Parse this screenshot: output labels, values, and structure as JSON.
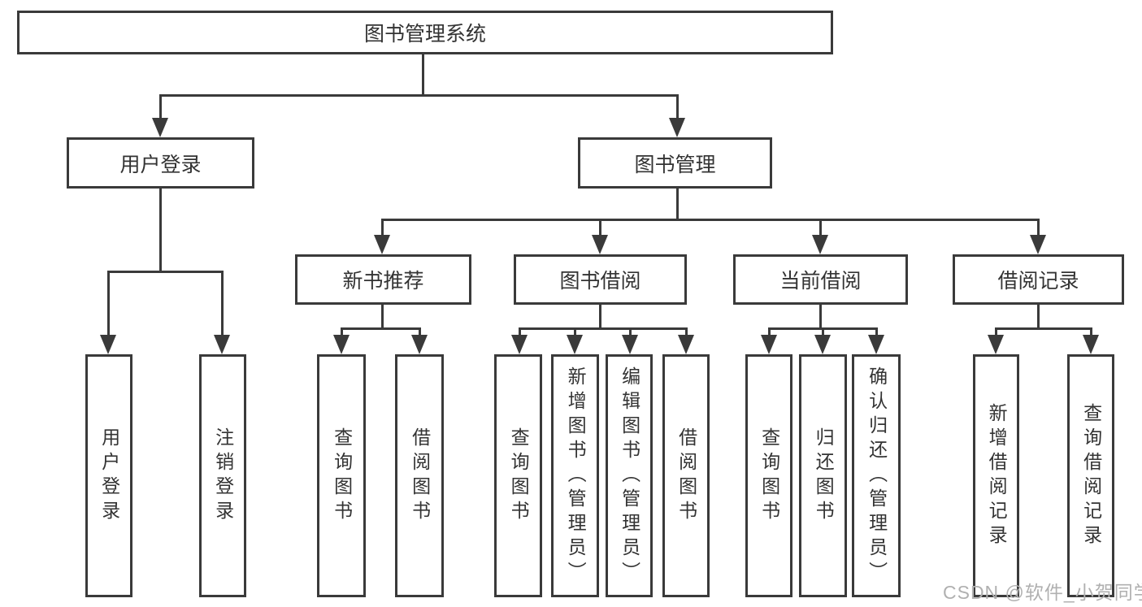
{
  "nodes": {
    "root": "图书管理系统",
    "level2": [
      "用户登录",
      "图书管理"
    ],
    "level3": [
      "新书推荐",
      "图书借阅",
      "当前借阅",
      "借阅记录"
    ],
    "level4": {
      "user_login": [
        "用户登录",
        "注销登录"
      ],
      "new_book_recommend": [
        "查询图书",
        "借阅图书"
      ],
      "book_borrow": [
        "查询图书",
        "新增图书（管理员）",
        "编辑图书（管理员）",
        "借阅图书"
      ],
      "current_borrow": [
        "查询图书",
        "归还图书",
        "确认归还（管理员）"
      ],
      "borrow_records": [
        "新增借阅记录",
        "查询借阅记录"
      ]
    }
  },
  "watermark": "CSDN @软件_小贺同学",
  "colors": {
    "line": "#3a3a3a",
    "text": "#333333",
    "background": "#ffffff",
    "watermark": "#b0b0b0"
  }
}
